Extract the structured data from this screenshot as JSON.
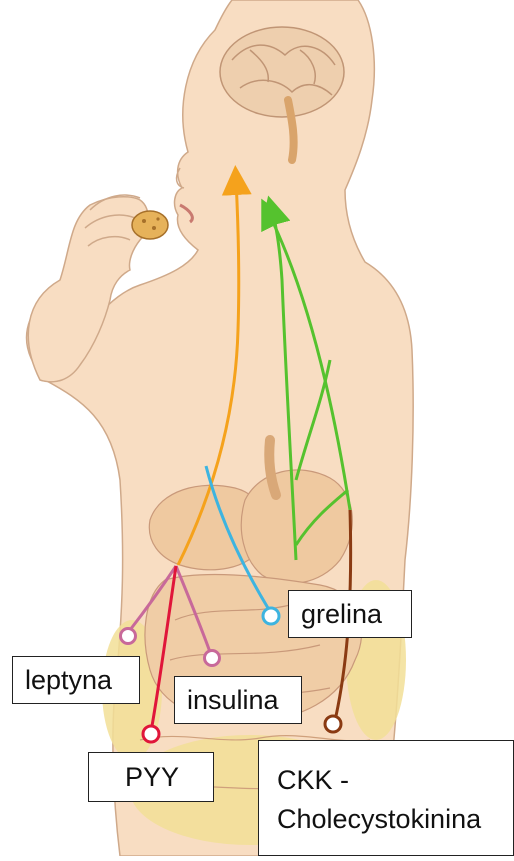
{
  "labels": {
    "grelina": "grelina",
    "leptyna": "leptyna",
    "insulina": "insulina",
    "pyy": "PYY",
    "ckk_line1": "CKK -",
    "ckk_line2": "Cholecystokinina"
  },
  "colors": {
    "skin": "#f7dcc0",
    "skin_outline": "#c9a585",
    "organs": "#f0c9a0",
    "fat": "#f0dc8e",
    "insulina_arrow": "#f5a21c",
    "grelina_arrow": "#55c22e",
    "grelina_circle": "#3db4e0",
    "leptyna_line": "#c8699a",
    "pyy_line": "#e0163a",
    "ckk_line": "#8a3a12"
  }
}
